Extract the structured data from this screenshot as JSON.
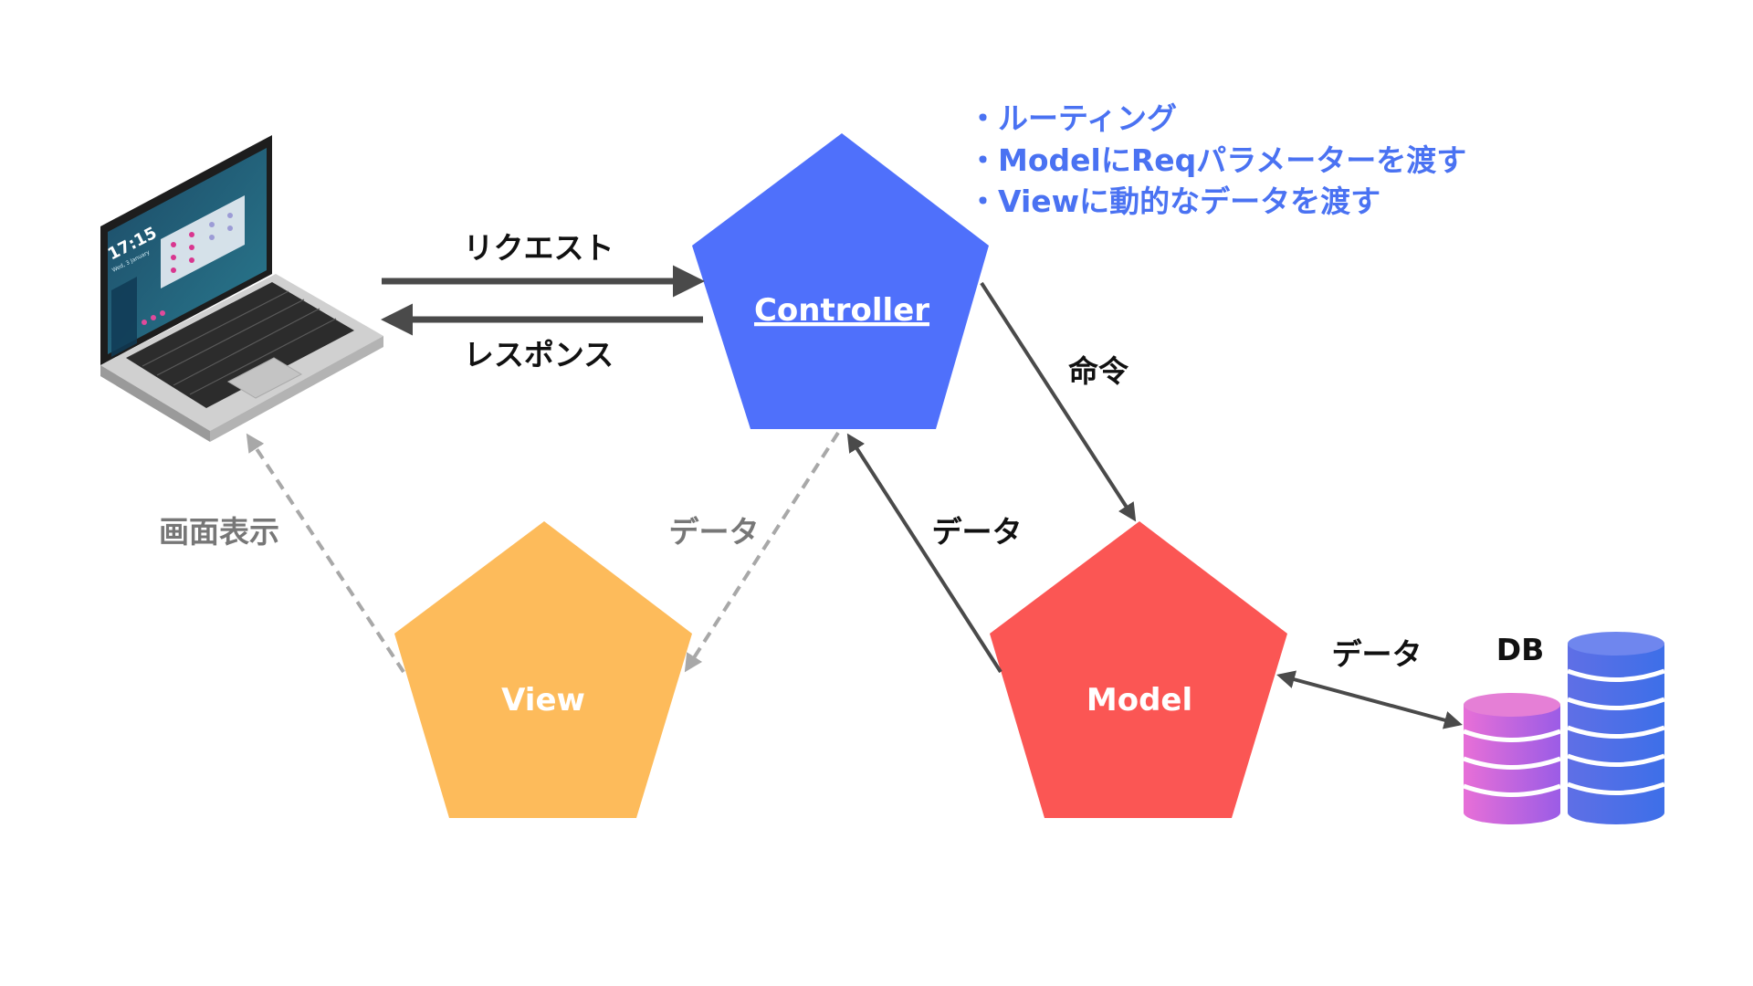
{
  "colors": {
    "controller": "#4f70fb",
    "view": "#fdbb5b",
    "model": "#fb5654",
    "arrow_dark": "#4a4a4a",
    "arrow_light": "#a8a8a8",
    "note": "#4a72f2"
  },
  "nodes": {
    "controller": {
      "label": "Controller"
    },
    "view": {
      "label": "View"
    },
    "model": {
      "label": "Model"
    },
    "client": {
      "icon": "laptop-icon",
      "clock": "17:15",
      "clock_sub": "Wed, 3 January"
    },
    "db": {
      "label": "DB",
      "icon": "database-icon"
    }
  },
  "controller_notes": [
    "・ルーティング",
    "・ModelにReqパラメーターを渡す",
    "・Viewに動的なデータを渡す"
  ],
  "edges": {
    "request": "リクエスト",
    "response": "レスポンス",
    "command": "命令",
    "model_to_controller": "データ",
    "controller_to_view": "データ",
    "view_to_client": "画面表示",
    "model_db": "データ"
  }
}
